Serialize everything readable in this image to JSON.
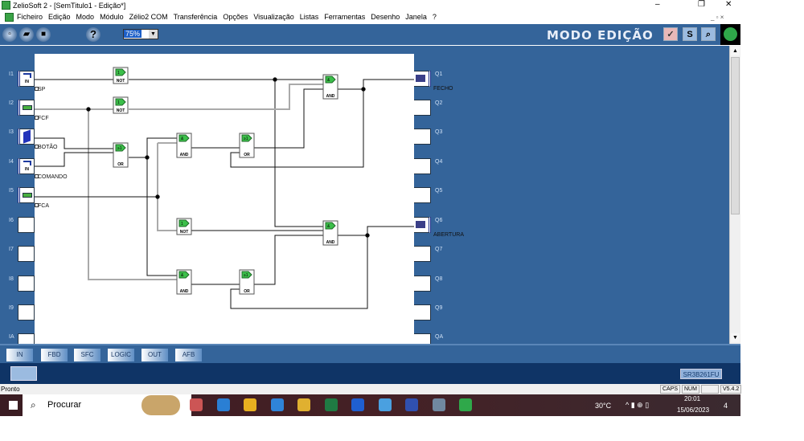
{
  "window": {
    "title": "ZelioSoft 2 - [SemTitulo1 - Edição*]",
    "minimize": "–",
    "restore": "❐",
    "close": "✕"
  },
  "menu": {
    "items": [
      "Ficheiro",
      "Edição",
      "Modo",
      "Módulo",
      "Zélio2 COM",
      "Transferência",
      "Opções",
      "Visualização",
      "Listas",
      "Ferramentas",
      "Desenho",
      "Janela",
      "?"
    ]
  },
  "toolbar": {
    "zoom": "75%",
    "help": "?",
    "mode_label": "MODO EDIÇÃO",
    "s_label": "S"
  },
  "inputs": [
    {
      "id": "I1",
      "name": "SP",
      "type": "IN"
    },
    {
      "id": "I2",
      "name": "FCF",
      "type": "limit-switch"
    },
    {
      "id": "I3",
      "name": "BOTÃO",
      "type": "pushbutton"
    },
    {
      "id": "I4",
      "name": "COMANDO",
      "type": "IN"
    },
    {
      "id": "I5",
      "name": "FCA",
      "type": "limit-switch"
    },
    {
      "id": "I6"
    },
    {
      "id": "I7"
    },
    {
      "id": "I8"
    },
    {
      "id": "I9"
    },
    {
      "id": "IA"
    }
  ],
  "outputs": [
    {
      "id": "Q1",
      "name": "FECHO",
      "type": "motor"
    },
    {
      "id": "Q2"
    },
    {
      "id": "Q3"
    },
    {
      "id": "Q4"
    },
    {
      "id": "Q5"
    },
    {
      "id": "Q6",
      "name": "ABERTURA",
      "type": "motor"
    },
    {
      "id": "Q7"
    },
    {
      "id": "Q8"
    },
    {
      "id": "Q9"
    },
    {
      "id": "QA"
    }
  ],
  "io_in_label": "IN",
  "gates": {
    "not": "NOT",
    "and": "AND",
    "or": "OR",
    "not_sym": "1",
    "and_sym": "&",
    "or_sym": "≥1"
  },
  "tabs": [
    "IN",
    "FBD",
    "SFC",
    "LOGIC",
    "OUT",
    "AFB"
  ],
  "module_ref": "SR3B261FU",
  "status": {
    "text": "Pronto",
    "caps": "CAPS",
    "num": "NUM",
    "version": "V5.4.2"
  },
  "taskbar": {
    "search_placeholder": "Procurar",
    "weather": "30°C",
    "time": "20:01",
    "date": "15/06/2023",
    "notifications": "4"
  },
  "colors": {
    "workspace": "#34649a",
    "gate_green": "#3cbf4a",
    "dark_bar": "#0f3466"
  }
}
